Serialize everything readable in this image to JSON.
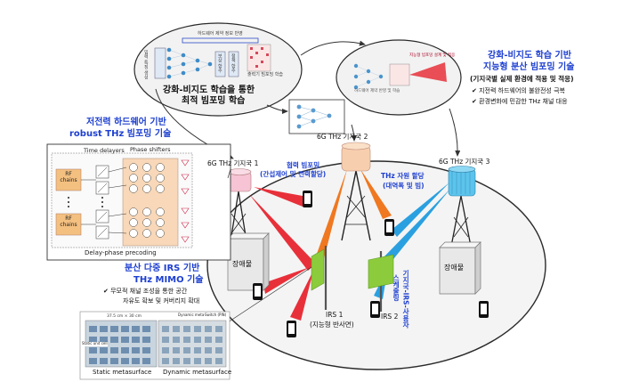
{
  "top_panel": {
    "caption_line1": "강화-비지도 학습을 통한",
    "caption_line2": "최적 빔포밍 학습",
    "hw_constraint_label": "하드웨어 제약 정보 반영",
    "input_label": "입력 특징 생성",
    "reward_label": "보상 함수",
    "policy_label": "정책 함수",
    "output_label": "출력기 빔포밍 학습"
  },
  "top_right": {
    "title_line1": "강화-비지도 학습 기반",
    "title_line2": "지능형 분산 빔포밍 기술",
    "subtitle": "(기지국별 실제 환경에 적용 및 적응)",
    "bullet1": "지전력 하드웨어의 불완전성 극복",
    "bullet2": "환경변화에 민감한 THz 채널 대응",
    "inner_label1": "하드웨어 제약 반영 및 학습",
    "inner_label2": "지능형 빔포밍 설계 및 적응"
  },
  "left_panel": {
    "title_line1": "저전력 하드웨어 기반",
    "title_line2": "robust THz 빔포밍 기술",
    "time_delayers": "Time delayers",
    "phase_shifters": "Phase shifters",
    "rf_chains": "RF chains",
    "caption": "Delay-phase precoding"
  },
  "network": {
    "bs1": "6G THz 기지국 1",
    "bs2": "6G THz 기지국 2",
    "bs3": "6G THz 기지국 3",
    "coop_line1": "협력 빔포밍",
    "coop_line2": "(간섭제어 및 전력할당)",
    "thz_alloc_line1": "THz 자원 할당",
    "thz_alloc_line2": "(대역폭 및 빔)",
    "obstacle1": "장애물",
    "obstacle2": "장애물",
    "irs1_line1": "IRS 1",
    "irs1_line2": "(지능형 반사면)",
    "irs2": "IRS 2",
    "scheduling_line1": "기지국-IRS-사용자",
    "scheduling_line2": "스케줄링"
  },
  "irs_panel": {
    "title_line1": "분산 다중 IRS 기반",
    "title_line2": "THz MIMO 기술",
    "desc_line1": "무모적 채널 조성을 통한 공간",
    "desc_line2": "자유도 확보 및 커버리지 확대",
    "static_label": "Static metasurface",
    "dynamic_label": "Dynamic metasurface",
    "dim_label": "37.5 cm × 30 cm",
    "static_unit": "Static unit cell",
    "dynamic_cell": "Dynamic meta-atom",
    "switch_label": "Switch (PIN)"
  },
  "colors": {
    "accent_blue": "#1d3fd0",
    "beam_red": "#e8303a",
    "beam_orange": "#f07820",
    "beam_blue": "#2aa0e0",
    "irs_green": "#8ccc3c",
    "bs1_pink": "#f6c4d4",
    "bs2_peach": "#f8cfae",
    "bs3_cyan": "#5cc4ec"
  }
}
